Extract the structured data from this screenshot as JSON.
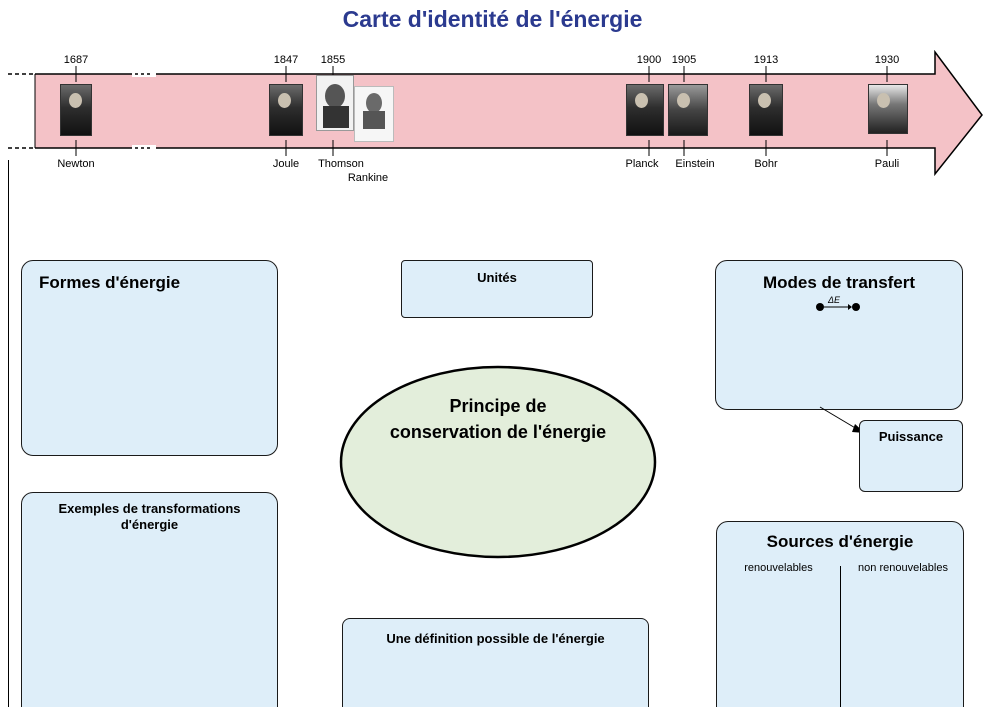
{
  "title": "Carte d'identité de l'énergie",
  "timeline": {
    "events": [
      {
        "year": "1687",
        "names": [
          "Newton"
        ]
      },
      {
        "year": "1847",
        "names": [
          "Joule"
        ]
      },
      {
        "year": "1855",
        "names": [
          "Thomson",
          "Rankine"
        ]
      },
      {
        "year": "1900",
        "names": [
          "Planck"
        ]
      },
      {
        "year": "1905",
        "names": [
          "Einstein"
        ]
      },
      {
        "year": "1913",
        "names": [
          "Bohr"
        ]
      },
      {
        "year": "1930",
        "names": [
          "Pauli"
        ]
      }
    ],
    "arrow_color": "#f4c2c7"
  },
  "boxes": {
    "formes": {
      "title": "Formes d'énergie"
    },
    "unites": {
      "title": "Unités"
    },
    "modes": {
      "title": "Modes de transfert",
      "symbol": "ΔE"
    },
    "puissance": {
      "title": "Puissance"
    },
    "principe": {
      "line1": "Principe de",
      "line2": "conservation de l'énergie"
    },
    "exemples": {
      "line1": "Exemples de transformations",
      "line2": "d'énergie"
    },
    "definition": {
      "title": "Une définition possible de l'énergie"
    },
    "sources": {
      "title": "Sources d'énergie",
      "col1": "renouvelables",
      "col2": "non renouvelables"
    }
  },
  "colors": {
    "title": "#2b3a8f",
    "box_fill": "#deeef9",
    "ellipse_fill": "#e3eedb"
  }
}
